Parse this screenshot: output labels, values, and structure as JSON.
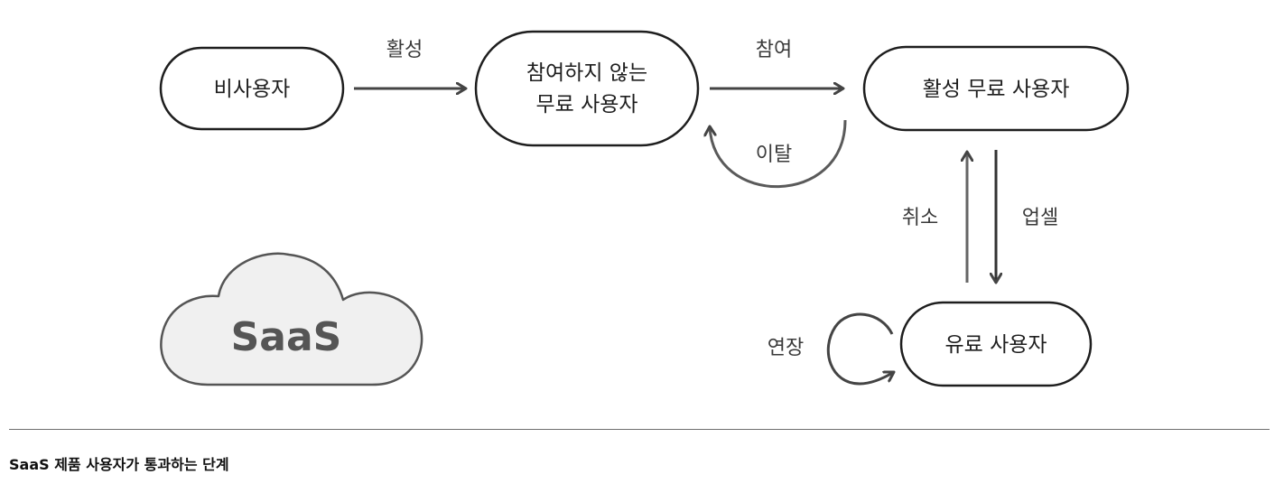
{
  "nodes": {
    "non_user": "비사용자",
    "inactive_free_line1": "참여하지 않는",
    "inactive_free_line2": "무료 사용자",
    "active_free": "활성 무료 사용자",
    "paid": "유료 사용자"
  },
  "edges": {
    "activate": "활성",
    "engage": "참여",
    "churn": "이탈",
    "cancel": "취소",
    "upsell": "업셀",
    "renew": "연장"
  },
  "cloud": {
    "label": "SaaS"
  },
  "caption": "SaaS 제품 사용자가 통과하는 단계"
}
